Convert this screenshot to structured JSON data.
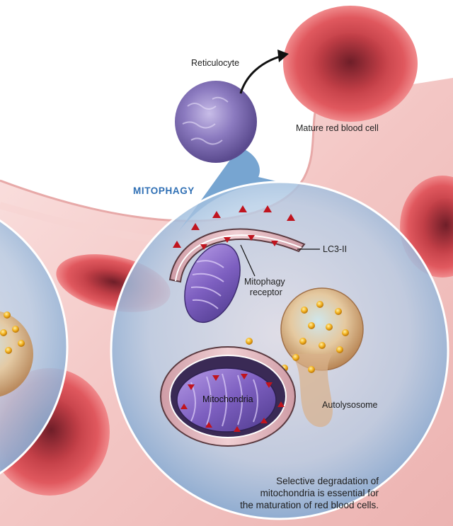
{
  "labels": {
    "reticulocyte": "Reticulocyte",
    "mature_rbc": "Mature red blood cell",
    "mitophagy": "MITOPHAGY",
    "lc3": "LC3-II",
    "receptor_line1": "Mitophagy",
    "receptor_line2": "receptor",
    "mitochondria": "Mitochondria",
    "autolysosome": "Autolysosome"
  },
  "caption": {
    "line1": "Selective degradation of",
    "line2": "mitochondria is essential for",
    "line3": "the maturation of red blood cells."
  },
  "colors": {
    "title_blue": "#2f6fb4",
    "blood_cell_red": "#d9454c",
    "vessel_pink": "#f3c9c7",
    "lens_blue": "#9fc0de",
    "reticulocyte_purple": "#8a78b8",
    "mitochondrion_purple": "#7d5fc0",
    "lc3_marker_red": "#c0141e",
    "granule_gold": "#f2b21f"
  }
}
